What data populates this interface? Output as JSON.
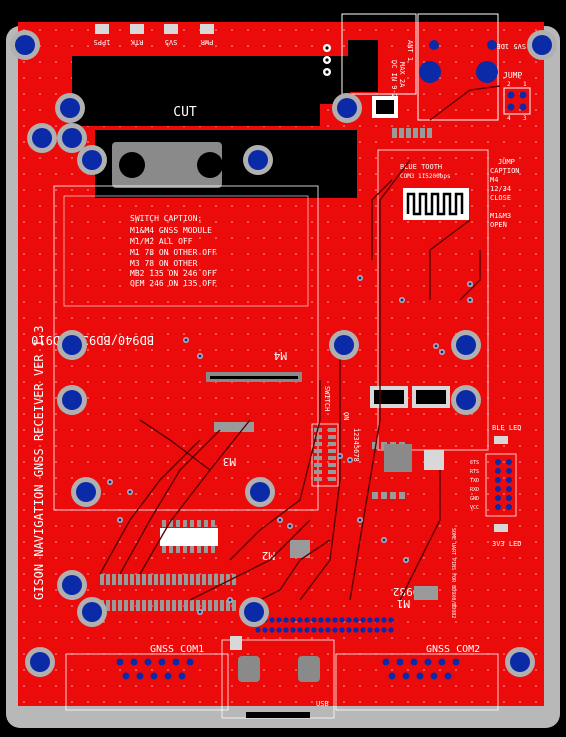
{
  "board": {
    "version_label": "GISON NAVIGATION GNSS RECEIVER  VER 1.3",
    "cut_label": "CUT",
    "switch_caption": [
      "SWITCH CAPTION:",
      "M1&M4 GNSS MODULE",
      "M1/M2 ALL OFF",
      "M1 78 ON OTHER OFF",
      "M3 78 ON OTHER",
      "MB2 135 ON 246 OFF",
      "QEM 246 ON 135 OFF"
    ],
    "module_m4_label": "BD940/BD930/BD910",
    "m4": "M4",
    "m3": "M3",
    "m2": "M2",
    "m1": "M1",
    "bd982": "BD982",
    "bluetooth_label": "BLUE TOOTH",
    "bluetooth_sub": "COM3 115200bps",
    "jump_caption": [
      "JUMP",
      "CAPTION",
      "M4",
      "12/34",
      "CLOSE",
      "M1&M3",
      "OPEN"
    ],
    "jump_label": "JUMP",
    "jump_pins": [
      "2",
      "1",
      "4",
      "3"
    ],
    "switch_label": "SWITCH",
    "switch_on": "ON",
    "switch_numbers": "12345678",
    "ble_led": "BLE LED",
    "led_3v3": "3V3 LED",
    "gnss_com1": "GNSS COM1",
    "gnss_com2": "GNSS COM2",
    "usb": "USB",
    "top_labels": [
      "1PPS",
      "RTK",
      "SV5",
      "PWR"
    ],
    "dc_label": "DC IN 9-28V",
    "dc_label2": "MAX 2A",
    "ant_label": "ANT 1",
    "ant2_label": "SV5 1DE",
    "bt_pin_labels": [
      "CTS",
      "RTS",
      "TXD",
      "RXD",
      "GND",
      "VCC"
    ],
    "vertical_note": "SOME UART PINS FOR BD9X0/BD982"
  },
  "colors": {
    "board": "#ec0b0b",
    "edge": "#c0c0c0",
    "silk": "#ffffff",
    "pad": "#b7b7b7",
    "via": "#0b2aa8",
    "trace": "#5a0000",
    "dark": "#000000"
  }
}
